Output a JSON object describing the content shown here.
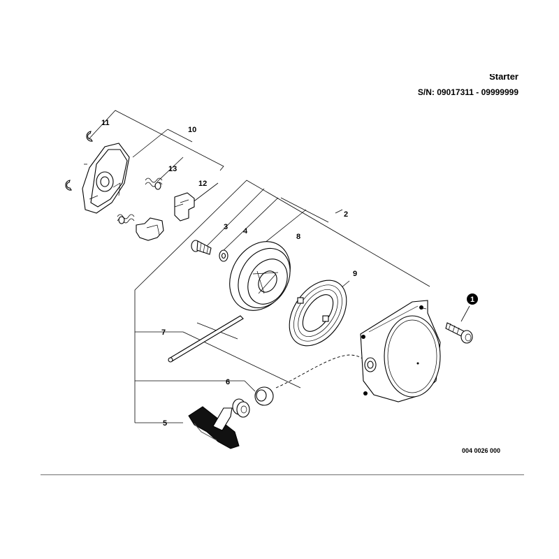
{
  "header": {
    "title": "Starter",
    "serial": "S/N: 09017311 - 09999999"
  },
  "figure_code": "004 0026 000",
  "callouts": {
    "c1": "1",
    "c2": "2",
    "c3": "3",
    "c4": "4",
    "c5": "5",
    "c6": "6",
    "c7": "7",
    "c8": "8",
    "c9": "9",
    "c10": "10",
    "c11": "11",
    "c12": "12",
    "c13": "13"
  }
}
